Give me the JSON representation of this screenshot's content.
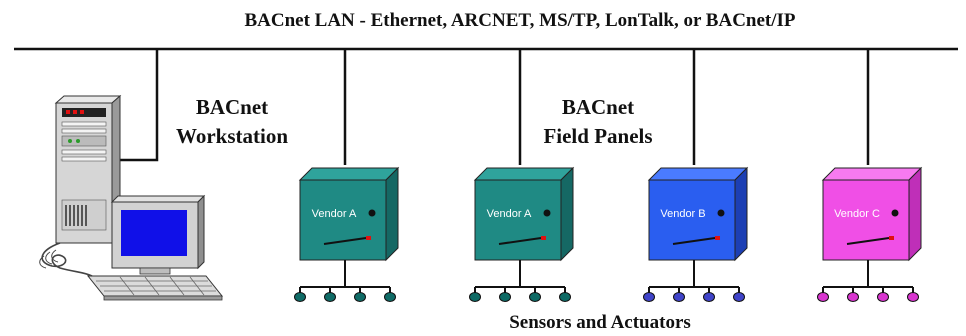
{
  "title": "BACnet LAN - Ethernet, ARCNET, MS/TP, LonTalk, or BACnet/IP",
  "workstation_label": [
    "BACnet",
    "Workstation"
  ],
  "panels_label": [
    "BACnet",
    "Field Panels"
  ],
  "footer_label": "Sensors and Actuators",
  "panels": [
    {
      "vendor": "Vendor A",
      "front": "#1f8a84",
      "side": "#156864",
      "top": "#2fa39c",
      "node": "#0f6b66"
    },
    {
      "vendor": "Vendor A",
      "front": "#1f8a84",
      "side": "#156864",
      "top": "#2fa39c",
      "node": "#0f6b66"
    },
    {
      "vendor": "Vendor B",
      "front": "#2a5ef0",
      "side": "#1c3fb4",
      "top": "#4a7bff",
      "node": "#3f43c8"
    },
    {
      "vendor": "Vendor C",
      "front": "#f04fe6",
      "side": "#bf2fb8",
      "top": "#f77af0",
      "node": "#d836cf"
    }
  ],
  "colors": {
    "line": "#111111",
    "monitor_screen": "#1010e8",
    "led": "#e01010"
  }
}
